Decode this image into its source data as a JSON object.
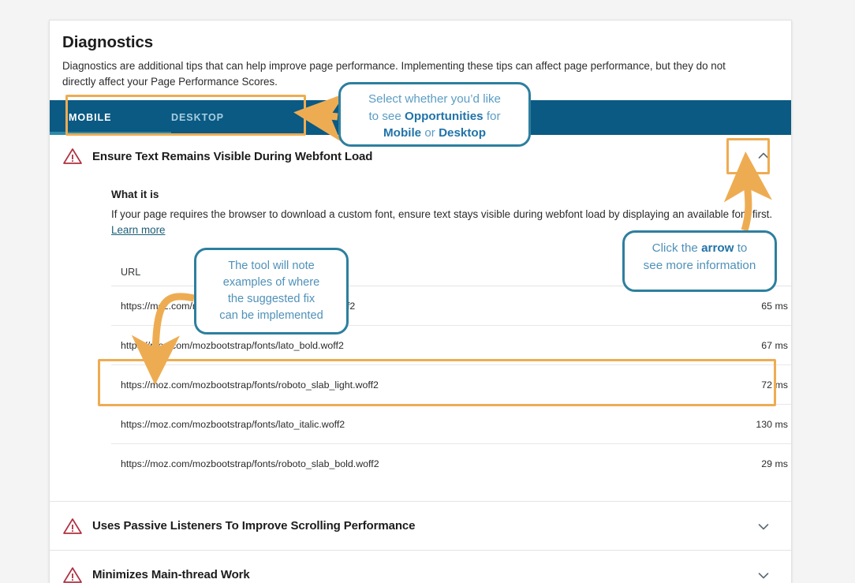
{
  "page": {
    "title": "Diagnostics",
    "description": "Diagnostics are additional tips that can help improve page performance. Implementing these tips can affect page performance, but they do not directly affect your Page Performance Scores."
  },
  "tabs": [
    {
      "label": "MOBILE",
      "active": true
    },
    {
      "label": "DESKTOP",
      "active": false
    }
  ],
  "sections": [
    {
      "title": "Ensure Text Remains Visible During Webfont Load",
      "expanded": true,
      "icon": "warning-triangle-icon",
      "toggle_icon": "chevron-up-icon",
      "what_it_is_heading": "What it is",
      "what_it_is_text": "If your page requires the browser to download a custom font, ensure text stays visible during webfont load by displaying an available font first.",
      "learn_more_label": "Learn more",
      "table": {
        "columns": [
          "URL",
          ""
        ],
        "rows": [
          {
            "url": "https://moz.com/mozbootstrap/fonts/lato_regular.woff2",
            "time": "65 ms",
            "highlighted": false
          },
          {
            "url": "https://moz.com/mozbootstrap/fonts/lato_bold.woff2",
            "time": "67 ms",
            "highlighted": false
          },
          {
            "url": "https://moz.com/mozbootstrap/fonts/roboto_slab_light.woff2",
            "time": "72 ms",
            "highlighted": true
          },
          {
            "url": "https://moz.com/mozbootstrap/fonts/lato_italic.woff2",
            "time": "130 ms",
            "highlighted": false
          },
          {
            "url": "https://moz.com/mozbootstrap/fonts/roboto_slab_bold.woff2",
            "time": "29 ms",
            "highlighted": false
          }
        ]
      }
    },
    {
      "title": "Uses Passive Listeners To Improve Scrolling Performance",
      "expanded": false,
      "icon": "warning-triangle-icon",
      "toggle_icon": "chevron-down-icon"
    },
    {
      "title": "Minimizes Main-thread Work",
      "expanded": false,
      "icon": "warning-triangle-icon",
      "toggle_icon": "chevron-down-icon"
    }
  ],
  "annotations": {
    "tabs_callout": {
      "line1": "Select whether you’d like",
      "line2_pre": "to see ",
      "line2_bold": "Opportunities",
      "line2_post": " for",
      "line3_bold1": "Mobile",
      "line3_mid": " or ",
      "line3_bold2": "Desktop"
    },
    "fix_callout": {
      "line1": "The tool will note",
      "line2": "examples of where",
      "line3": "the suggested fix",
      "line4": "can be implemented"
    },
    "arrow_callout": {
      "line1_pre": "Click the ",
      "line1_bold": "arrow",
      "line1_post": " to",
      "line2": "see more information"
    }
  },
  "colors": {
    "tabbar_bg": "#0a5a83",
    "active_tab_underline": "#2c8aa8",
    "highlight_orange": "#eeac52",
    "callout_border": "#2d7f9e",
    "callout_text": "#5b9dc4",
    "warning_red": "#b03040",
    "link_teal": "#1c5f78",
    "page_bg": "#f4f4f4",
    "card_bg": "#ffffff"
  }
}
